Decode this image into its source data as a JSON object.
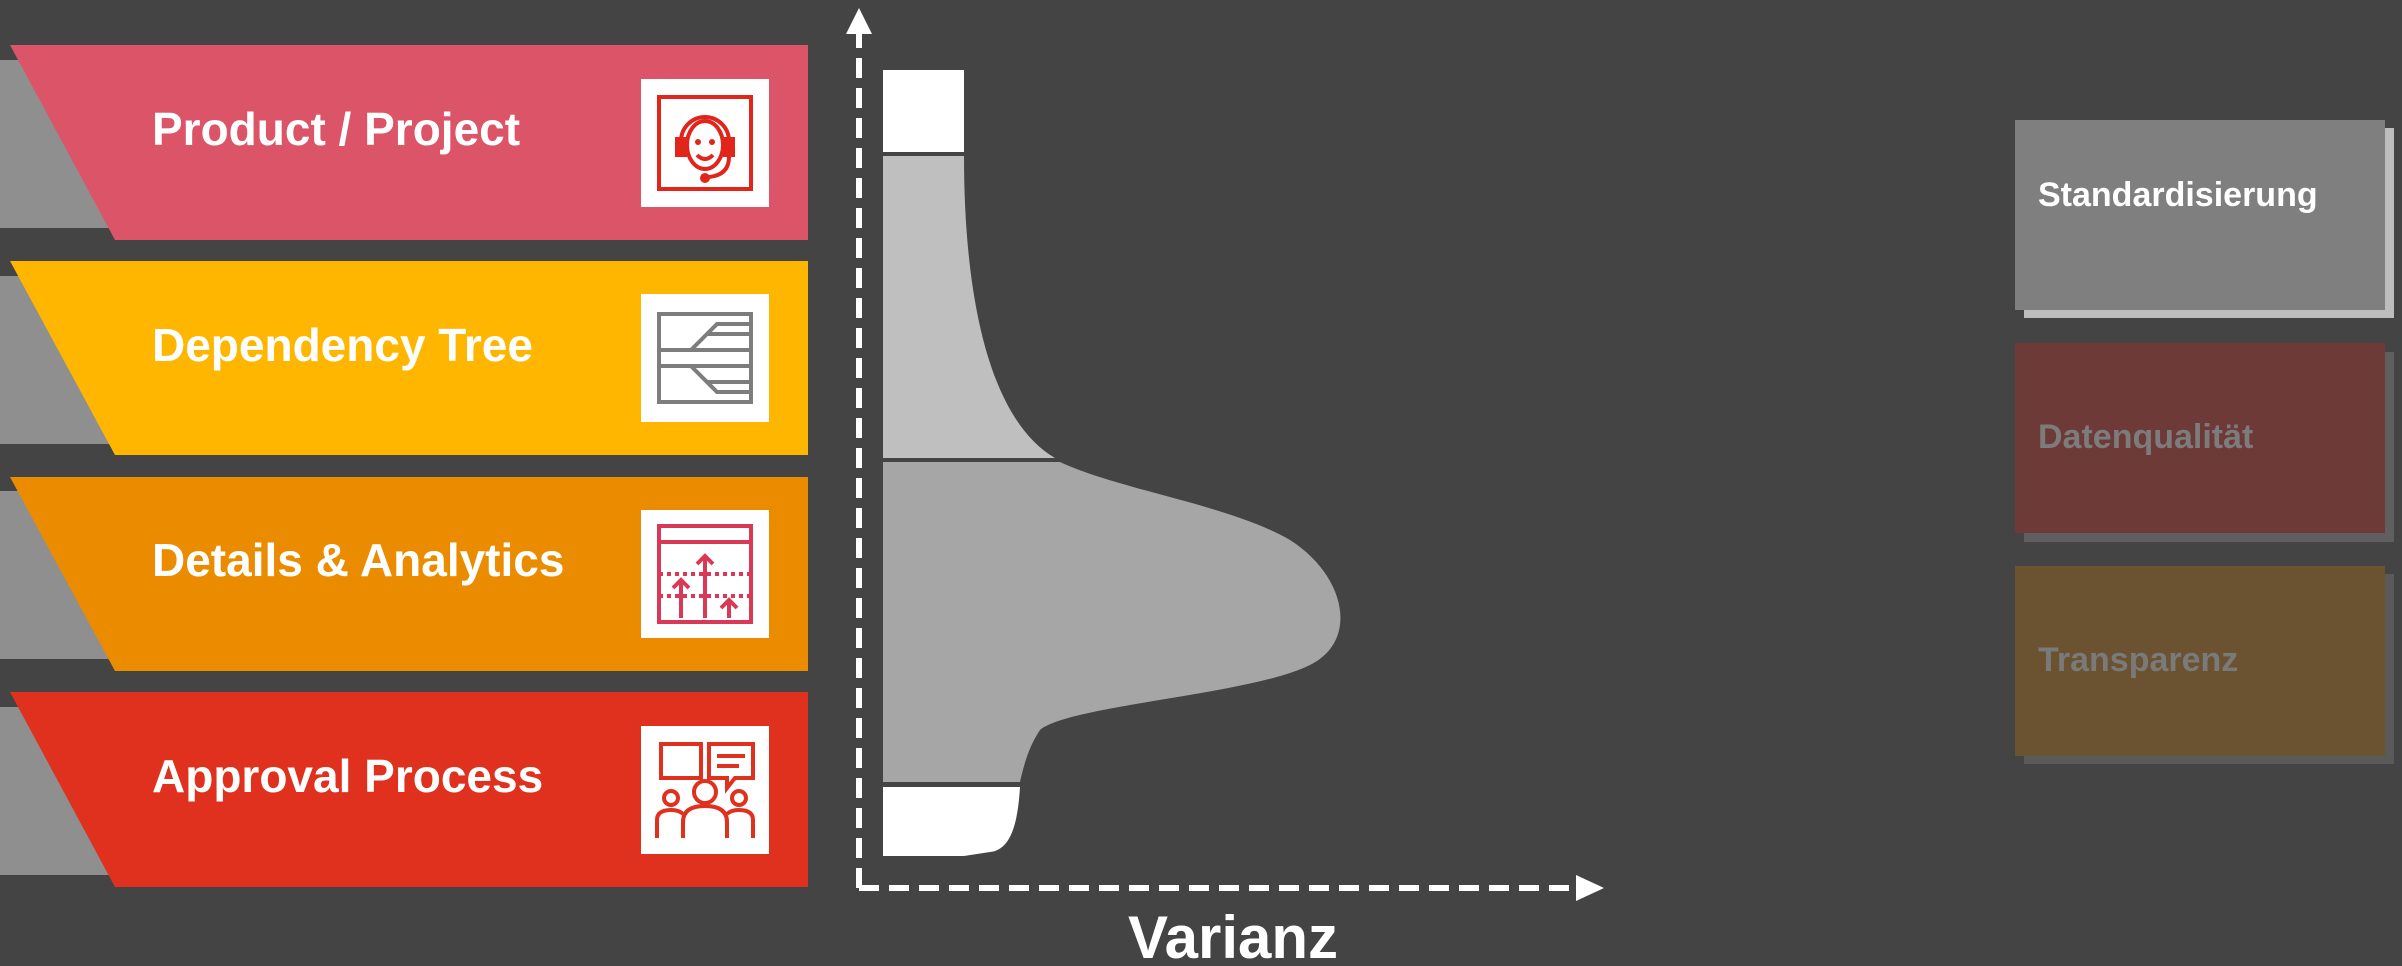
{
  "bands": [
    {
      "label": "Product / Project",
      "color": "#dc5468",
      "icon": "support-agent-icon",
      "icon_color": "#e1251b"
    },
    {
      "label": "Dependency Tree",
      "color": "#ffb600",
      "icon": "dependency-tree-icon",
      "icon_color": "#7d7d7d"
    },
    {
      "label": "Details & Analytics",
      "color": "#eb8c00",
      "icon": "analytics-chart-icon",
      "icon_color": "#d93954"
    },
    {
      "label": "Approval Process",
      "color": "#e0301e",
      "icon": "meeting-discussion-icon",
      "icon_color": "#e0301e"
    }
  ],
  "axis": {
    "x_label": "Varianz"
  },
  "cards": [
    {
      "label": "Standardisierung",
      "color": "#7f7f7f",
      "text_color": "#ffffff"
    },
    {
      "label": "Datenqualität",
      "color": "#6e3a38",
      "text_color": "#7c7c7c"
    },
    {
      "label": "Transparenz",
      "color": "#6b5331",
      "text_color": "#7a7a7a"
    }
  ],
  "colors": {
    "background": "#444444",
    "shape_fill": "#a6a6a6",
    "shape_fill_light": "#bfbfbf",
    "axis": "#ffffff"
  }
}
